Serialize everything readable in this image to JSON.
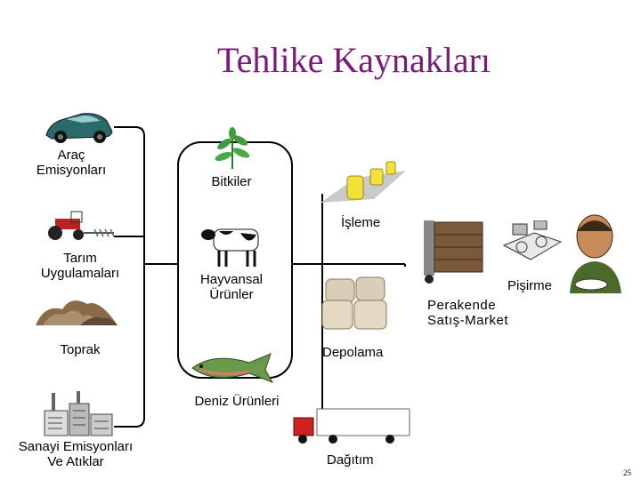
{
  "title": "Tehlike Kaynakları",
  "sources": {
    "arac": "Araç\nEmisyonları",
    "tarim": "Tarım\nUygulamaları",
    "toprak": "Toprak",
    "sanayi": "Sanayi Emisyonları\nVe Atıklar"
  },
  "foods": {
    "bitkiler": "Bitkiler",
    "hayvansal": "Hayvansal\nÜrünler",
    "deniz": "Deniz Ürünleri"
  },
  "steps": {
    "isleme": "İşleme",
    "depolama": "Depolama",
    "dagitim": "Dağıtım",
    "perakende": "Perakende\nSatış-Market",
    "pisirme": "Pişirme"
  },
  "page_number": "25",
  "icons": [
    "car-icon",
    "tractor-icon",
    "soil-icon",
    "factory-icon",
    "plant-icon",
    "cow-icon",
    "fish-icon",
    "jars-icon",
    "sacks-icon",
    "truck-icon",
    "shelves-icon",
    "stove-icon",
    "person-eating-icon"
  ],
  "colors": {
    "title": "#7a1a7a",
    "lines": "#000000",
    "arrows": "#3a3a3a"
  }
}
